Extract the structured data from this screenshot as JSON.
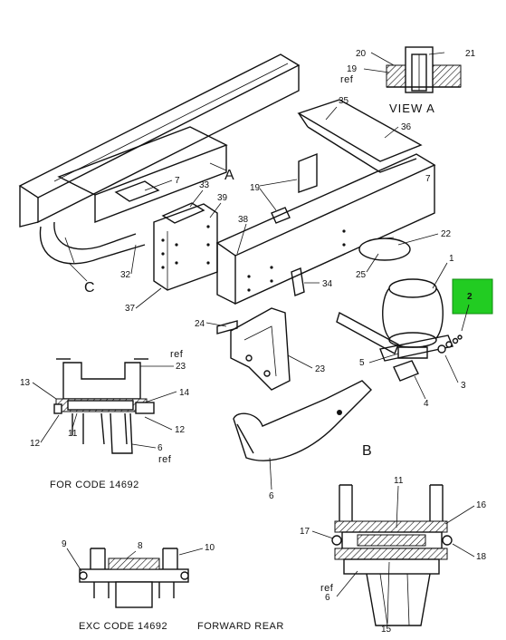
{
  "view_a": {
    "title": "VIEW A",
    "ref": "ref",
    "callouts": [
      "20",
      "21",
      "19"
    ]
  },
  "main": {
    "callouts": [
      "35",
      "36",
      "7",
      "A",
      "33",
      "39",
      "19",
      "7",
      "38",
      "22",
      "1",
      "32",
      "C",
      "37",
      "25",
      "34",
      "24",
      "23",
      "5",
      "3",
      "4",
      "B",
      "6"
    ],
    "highlighted_callout": {
      "label": "2",
      "color": "#22cc22"
    }
  },
  "detail_code": {
    "callouts": [
      "13",
      "14",
      "12",
      "11",
      "12",
      "23",
      "6"
    ],
    "ref_top": "ref",
    "ref_bottom": "ref",
    "caption": "FOR CODE 14692"
  },
  "detail_exc": {
    "callouts": [
      "9",
      "8",
      "10"
    ],
    "caption": "EXC CODE 14692"
  },
  "detail_right": {
    "callouts": [
      "11",
      "16",
      "17",
      "18",
      "15",
      "6"
    ],
    "ref": "ref"
  },
  "bottom_caption": "FORWARD REAR"
}
